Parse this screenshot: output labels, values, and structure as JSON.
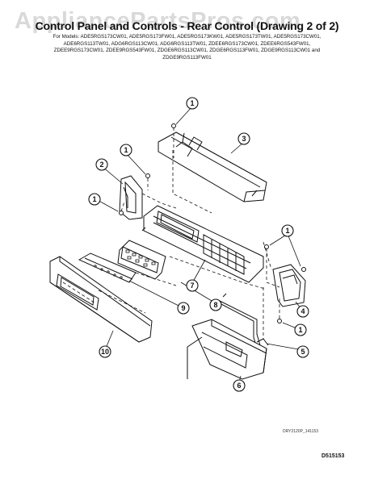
{
  "watermark": "AppliancePartsPros.com",
  "title": "Control Panel and Controls - Rear Control (Drawing 2 of 2)",
  "models": [
    "For Models: ADE5RGS173CW01, ADE5RGS173FW01, ADE5RGS173KW01, ADE5RGS173TW01, ADE5RGS173CW01,",
    "ADE6RGS113TW01, ADG6RGS113CW01, ADG6RGS113TW01, ZDEE6RGS173CW01, ZDEE6RGS543FW01,",
    "ZDEE9RGS173CW01, ZDEE9RGS543FW01, ZDGE6RGS113CW01, ZDGE6RGS113FW01, ZDGE9RGS113CW01 and",
    "ZDGE9RGS113FW01"
  ],
  "callouts": [
    "1",
    "3",
    "1",
    "2",
    "1",
    "1",
    "4",
    "7",
    "8",
    "9",
    "1",
    "5",
    "6",
    "10"
  ],
  "drawing_ref": "DRY2120P_141153",
  "page_code": "D515153"
}
